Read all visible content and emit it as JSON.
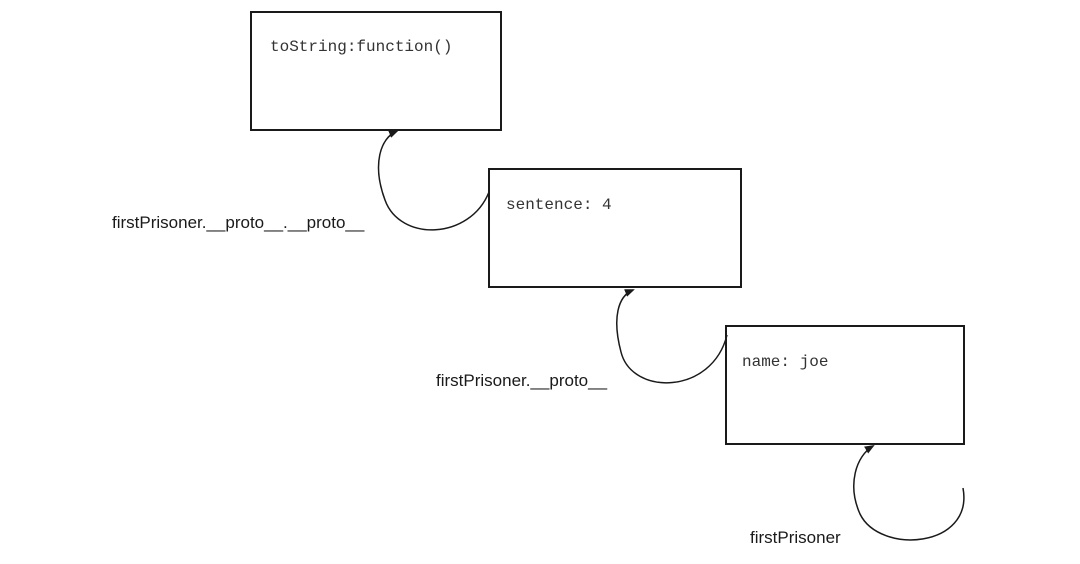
{
  "objects": [
    {
      "property": "toString:function()"
    },
    {
      "property": "sentence: 4"
    },
    {
      "property": "name: joe"
    }
  ],
  "references": [
    {
      "label": "firstPrisoner.__proto__.__proto__"
    },
    {
      "label": "firstPrisoner.__proto__"
    },
    {
      "label": "firstPrisoner"
    }
  ],
  "colors": {
    "stroke": "#1a1a1a",
    "text": "#333333"
  }
}
